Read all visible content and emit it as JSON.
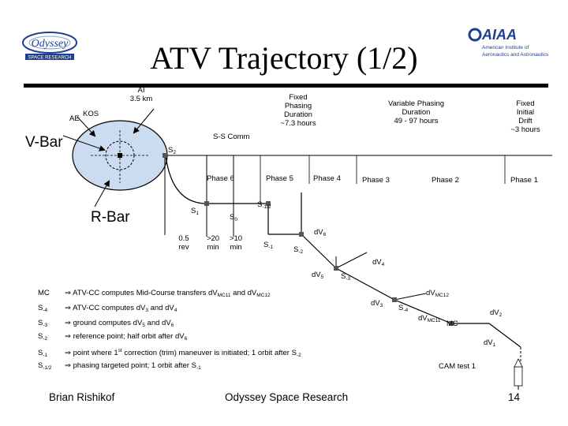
{
  "header": {
    "title": "ATV Trajectory (1/2)",
    "left_logo": {
      "name": "Odyssey",
      "tagline": "SPACE RESEARCH"
    },
    "right_logo": {
      "name": "AIAA",
      "line1": "American Institute of",
      "line2": "Aeronautics and Astronautics"
    }
  },
  "diagram": {
    "ae_label": "AE",
    "kos_label": "KOS",
    "vbar_label": "V-Bar",
    "rbar_label": "R-Bar",
    "al_label": "AI\n3.5 km",
    "ss_comm": "S-S Comm",
    "s2_label": "S",
    "s2_sub": "2",
    "fixed_phasing": "Fixed\nPhasing\nDuration\n~7.3 hours",
    "variable_phasing": "Variable Phasing\nDuration\n49 - 97 hours",
    "fixed_drift": "Fixed\nInitial\nDrift\n~3 hours",
    "phases": [
      "Phase 6",
      "Phase 5",
      "Phase 4",
      "Phase 3",
      "Phase 2",
      "Phase 1"
    ],
    "s1": {
      "base": "S",
      "sub": "1"
    },
    "s0": {
      "base": "S",
      "sub": "0"
    },
    "s_half": {
      "base": "S",
      "sub": "-1/2"
    },
    "s_m1": {
      "base": "S",
      "sub": "-1"
    },
    "s_m2": {
      "base": "S",
      "sub": "-2"
    },
    "s_m3": {
      "base": "S",
      "sub": "-3"
    },
    "s_m4": {
      "base": "S",
      "sub": "-4"
    },
    "dv6": {
      "base": "dV",
      "sub": "6"
    },
    "dv5": {
      "base": "dV",
      "sub": "5"
    },
    "dv4": {
      "base": "dV",
      "sub": "4"
    },
    "dv3": {
      "base": "dV",
      "sub": "3"
    },
    "dv2": {
      "base": "dV",
      "sub": "2"
    },
    "dv1": {
      "base": "dV",
      "sub": "1"
    },
    "dvmc12": {
      "base": "dV",
      "sub": "MC12"
    },
    "dvmc11": {
      "base": "dV",
      "sub": "MC11"
    },
    "mc": "MC",
    "durations": [
      "0.5\nrev",
      ">20\nmin",
      ">10\nmin"
    ]
  },
  "legend": [
    {
      "key": "MC",
      "key_sub": "",
      "text": "ATV-CC computes Mid-Course transfers dV",
      "s1": "MC11",
      "mid": " and dV",
      "s2": "MC12",
      "tail": ""
    },
    {
      "key": "S",
      "key_sub": "-4",
      "text": "ATV-CC computes dV",
      "s1": "3",
      "mid": " and dV",
      "s2": "4",
      "tail": ""
    },
    {
      "key": "S",
      "key_sub": "-3",
      "text": "ground computes dV",
      "s1": "5",
      "mid": " and dV",
      "s2": "6",
      "tail": ""
    },
    {
      "key": "S",
      "key_sub": "-2",
      "text": "reference point; half orbit after dV",
      "s1": "6",
      "mid": "",
      "s2": "",
      "tail": ""
    },
    {
      "key": "S",
      "key_sub": "-1",
      "text": "point where 1",
      "s1": "st",
      "mid": " correction (trim) maneuver is initiated; 1 orbit after S",
      "s2": "-2",
      "tail": ""
    },
    {
      "key": "S",
      "key_sub": "-1/2",
      "text": "phasing targeted point; 1 orbit after S",
      "s1": "-1",
      "mid": "",
      "s2": "",
      "tail": ""
    }
  ],
  "arrow_symbol": "⇒",
  "cam_test": "CAM test 1",
  "footer": {
    "author": "Brian Rishikof",
    "org": "Odyssey Space Research",
    "page": "14"
  }
}
